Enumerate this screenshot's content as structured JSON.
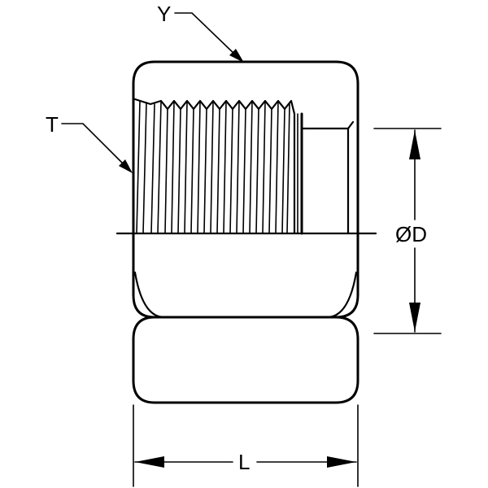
{
  "labels": {
    "y": "Y",
    "t": "T",
    "diameter": "ØD",
    "length": "L"
  }
}
